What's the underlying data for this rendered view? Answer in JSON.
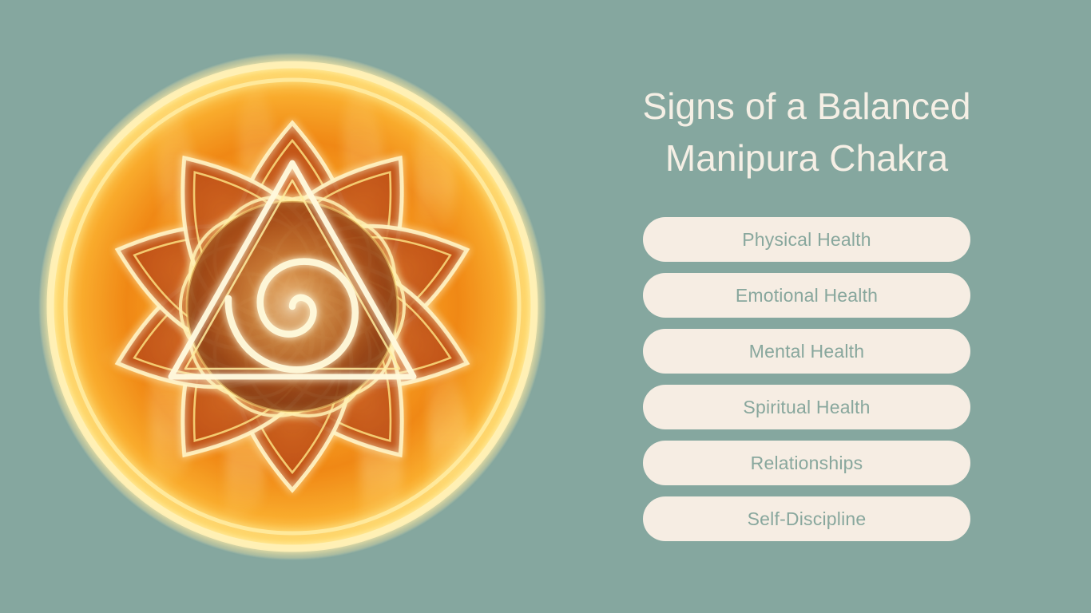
{
  "theme": {
    "background_color": "#85A79F",
    "title_color": "#F5EFE5",
    "pill_background_color": "#F6EDE3",
    "pill_text_color": "#88A79D",
    "chakra_glow_color": "#FFE066",
    "chakra_core_color": "#F6A020",
    "chakra_deep_color": "#B8410E"
  },
  "header": {
    "title_line_1": "Signs of a Balanced",
    "title_line_2": "Manipura Chakra"
  },
  "artwork": {
    "name": "manipura-chakra-mandala",
    "description": "Glowing fiery lotus mandala with ten pointed petals, inner scalloped ring, dark central disc, upward-pointing triangle and central spiral",
    "petal_count": 10,
    "inner_scallop_count": 10,
    "symbols": [
      "outer-ring",
      "lotus-petals",
      "inner-circle",
      "upward-triangle",
      "spiral"
    ]
  },
  "list": {
    "items": [
      {
        "label": "Physical Health"
      },
      {
        "label": "Emotional Health"
      },
      {
        "label": "Mental Health"
      },
      {
        "label": "Spiritual Health"
      },
      {
        "label": "Relationships"
      },
      {
        "label": "Self-Discipline"
      }
    ]
  }
}
